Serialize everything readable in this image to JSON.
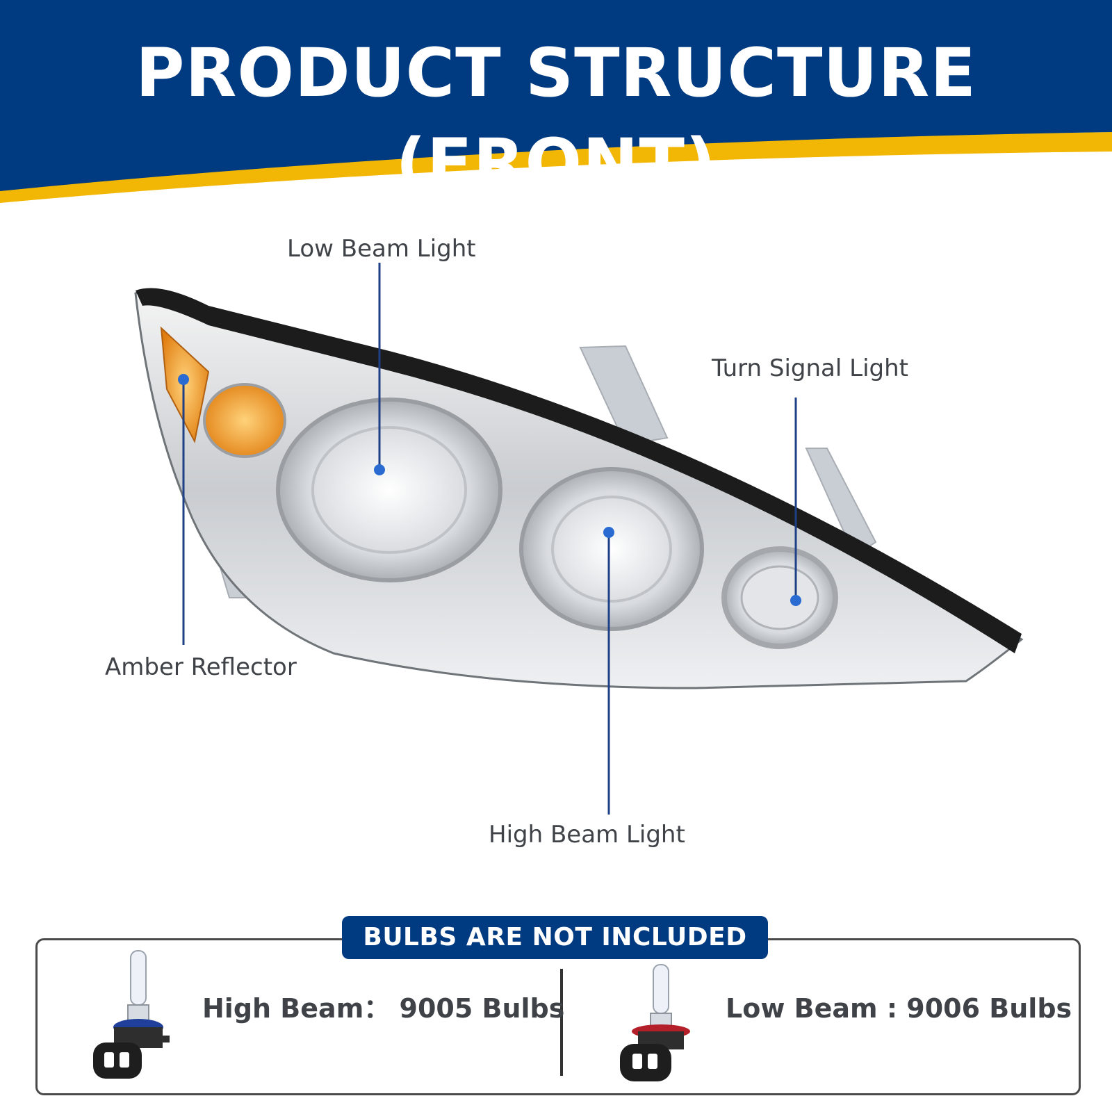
{
  "header": {
    "title": "PRODUCT STRUCTURE (FRONT)",
    "colors": {
      "navy": "#003a80",
      "gold": "#f2b705"
    }
  },
  "diagram": {
    "callouts": {
      "low_beam": "Low Beam Light",
      "turn_signal": "Turn Signal  Light",
      "amber_reflector": "Amber Reflector",
      "high_beam": "High Beam Light"
    },
    "leader_color": "#1f3f86",
    "dot_color": "#2a6bd1"
  },
  "bulbs": {
    "banner": "BULBS ARE NOT INCLUDED",
    "high_beam": {
      "label": "High Beam：  9005 Bulbs",
      "icon": "halogen-bulb-9005-icon"
    },
    "low_beam": {
      "label": "Low Beam : 9006  Bulbs",
      "icon": "halogen-bulb-9006-icon"
    }
  }
}
